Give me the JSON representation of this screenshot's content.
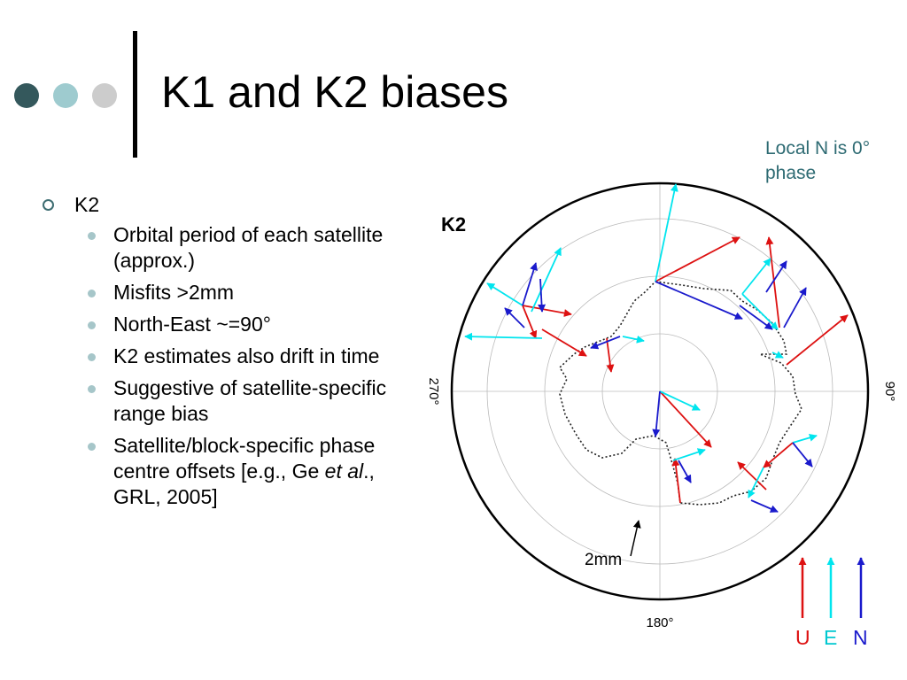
{
  "slide": {
    "title": "K1 and K2 biases",
    "note": "Local N is 0° phase",
    "colors": {
      "dot1": "#34585c",
      "dot2": "#9ecbcf",
      "dot3": "#cccccc",
      "note": "#2e6b73",
      "bullet": "#a6c6c9"
    }
  },
  "bullets": {
    "heading": "K2",
    "items": [
      {
        "text": "Orbital period of each satellite (approx.)"
      },
      {
        "text": "Misfits >2mm"
      },
      {
        "text": "North-East ~=90°"
      },
      {
        "text": "K2 estimates also drift in time"
      },
      {
        "text": "Suggestive of satellite-specific range bias"
      },
      {
        "text_before": "Satellite/block-specific phase centre offsets [e.g., Ge ",
        "text_italic": "et al",
        "text_after": "., GRL, 2005]"
      }
    ]
  },
  "figure": {
    "label": "K2",
    "angle_labels": {
      "left": "270°",
      "right": "90°",
      "bottom": "180°"
    },
    "scale_label": "2mm",
    "legend": {
      "items": [
        {
          "label": "U",
          "color": "#dd1111"
        },
        {
          "label": "E",
          "color": "#00e5ee"
        },
        {
          "label": "N",
          "color": "#1a1acc"
        }
      ]
    }
  }
}
